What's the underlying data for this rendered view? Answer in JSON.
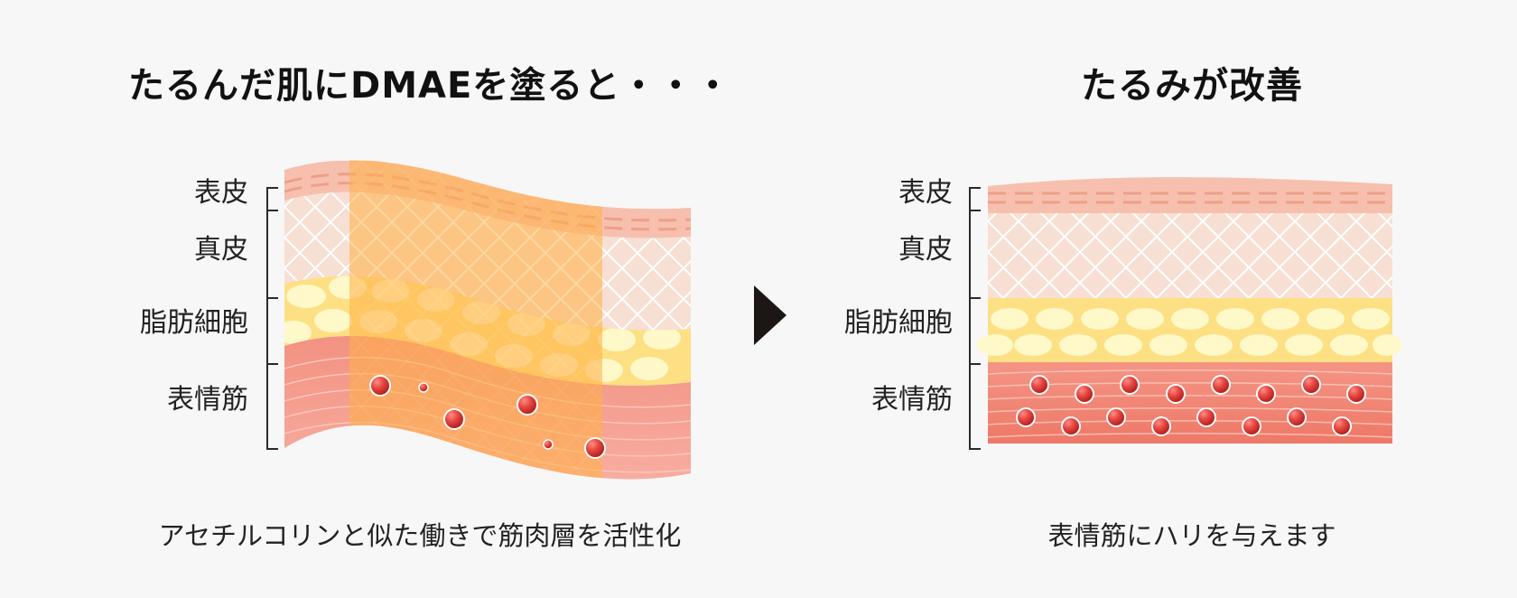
{
  "left_panel": {
    "title": "たるんだ肌にDMAEを塗ると・・・",
    "labels": {
      "epidermis": "表皮",
      "dermis": "真皮",
      "fat_cells": "脂肪細胞",
      "facial_muscle": "表情筋"
    },
    "caption": "アセチルコリンと似た働きで筋肉層を活性化"
  },
  "right_panel": {
    "title": "たるみが改善",
    "labels": {
      "epidermis": "表皮",
      "dermis": "真皮",
      "fat_cells": "脂肪細胞",
      "facial_muscle": "表情筋"
    },
    "caption": "表情筋にハリを与えます"
  },
  "icons": {
    "arrow": "play-triangle"
  },
  "colors": {
    "background": "#f7f7f7",
    "epidermis": "#f4b5a1",
    "dermis": "#f7ded1",
    "fat": "#fde08a",
    "muscle": "#ef8b7e",
    "highlight": "#ffb64a",
    "arrow": "#1c1714",
    "particle": "#d83a34"
  }
}
